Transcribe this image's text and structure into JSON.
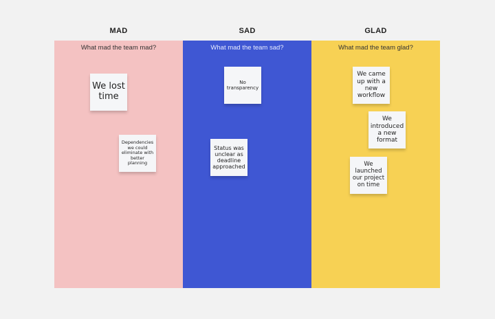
{
  "columns": [
    {
      "title": "MAD",
      "prompt": "What mad the team mad?",
      "color": "#f4c2c2",
      "prompt_color": "#333333"
    },
    {
      "title": "SAD",
      "prompt": "What mad the team sad?",
      "color": "#3f57d3",
      "prompt_color": "#e8ecff"
    },
    {
      "title": "GLAD",
      "prompt": "What mad the team glad?",
      "color": "#f7d154",
      "prompt_color": "#333333"
    }
  ],
  "stickies": {
    "mad": [
      {
        "text": "We lost time"
      },
      {
        "text": "Dependencies we could eliminate with better planning"
      }
    ],
    "sad": [
      {
        "text": "No transparency"
      },
      {
        "text": "Status was unclear as deadline approached"
      }
    ],
    "glad": [
      {
        "text": "We came up with a new workflow"
      },
      {
        "text": "We introduced a new format"
      },
      {
        "text": "We launched our project on time"
      }
    ]
  }
}
